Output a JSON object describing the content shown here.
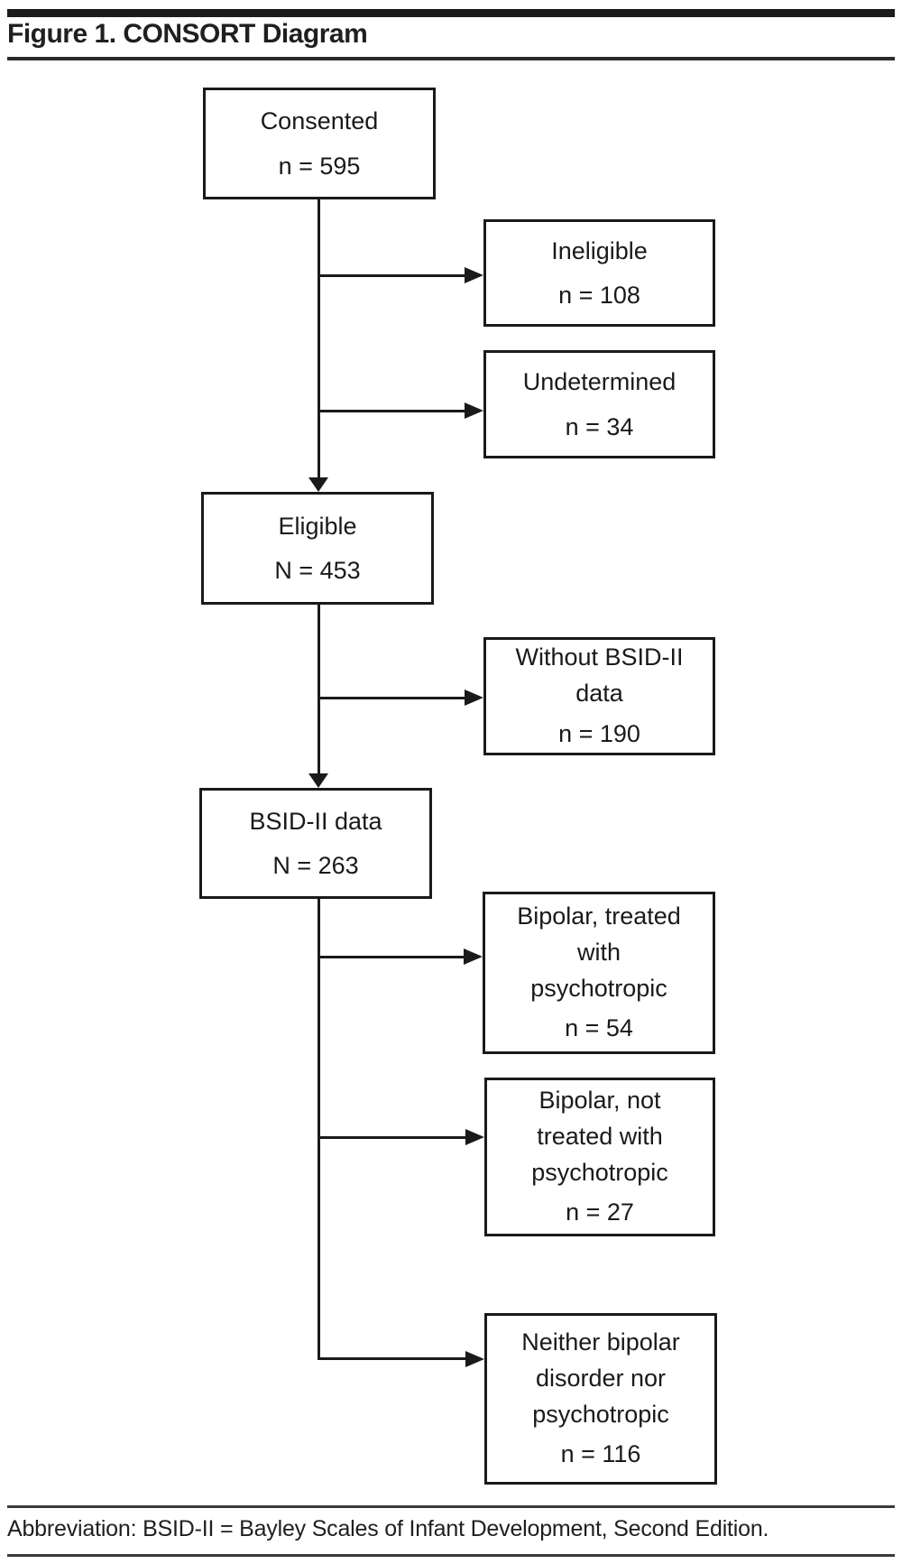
{
  "figure": {
    "title": "Figure 1. CONSORT Diagram",
    "footnote": "Abbreviation: BSID-II = Bayley Scales of Infant Development, Second Edition."
  },
  "nodes": {
    "consented": {
      "lines": [
        "Consented"
      ],
      "n": "n = 595"
    },
    "ineligible": {
      "lines": [
        "Ineligible"
      ],
      "n": "n = 108"
    },
    "undetermined": {
      "lines": [
        "Undetermined"
      ],
      "n": "n = 34"
    },
    "eligible": {
      "lines": [
        "Eligible"
      ],
      "n": "N = 453"
    },
    "without_bsid": {
      "lines": [
        "Without BSID-II",
        "data"
      ],
      "n": "n = 190"
    },
    "bsid_data": {
      "lines": [
        "BSID-II data"
      ],
      "n": "N = 263"
    },
    "bipolar_treated": {
      "lines": [
        "Bipolar, treated",
        "with",
        "psychotropic"
      ],
      "n": "n = 54"
    },
    "bipolar_untreated": {
      "lines": [
        "Bipolar, not",
        "treated with",
        "psychotropic"
      ],
      "n": "n = 27"
    },
    "neither": {
      "lines": [
        "Neither bipolar",
        "disorder nor",
        "psychotropic"
      ],
      "n": "n = 116"
    }
  },
  "colors": {
    "line": "#1a1a1a",
    "text": "#1a1a1a",
    "background": "#ffffff"
  }
}
